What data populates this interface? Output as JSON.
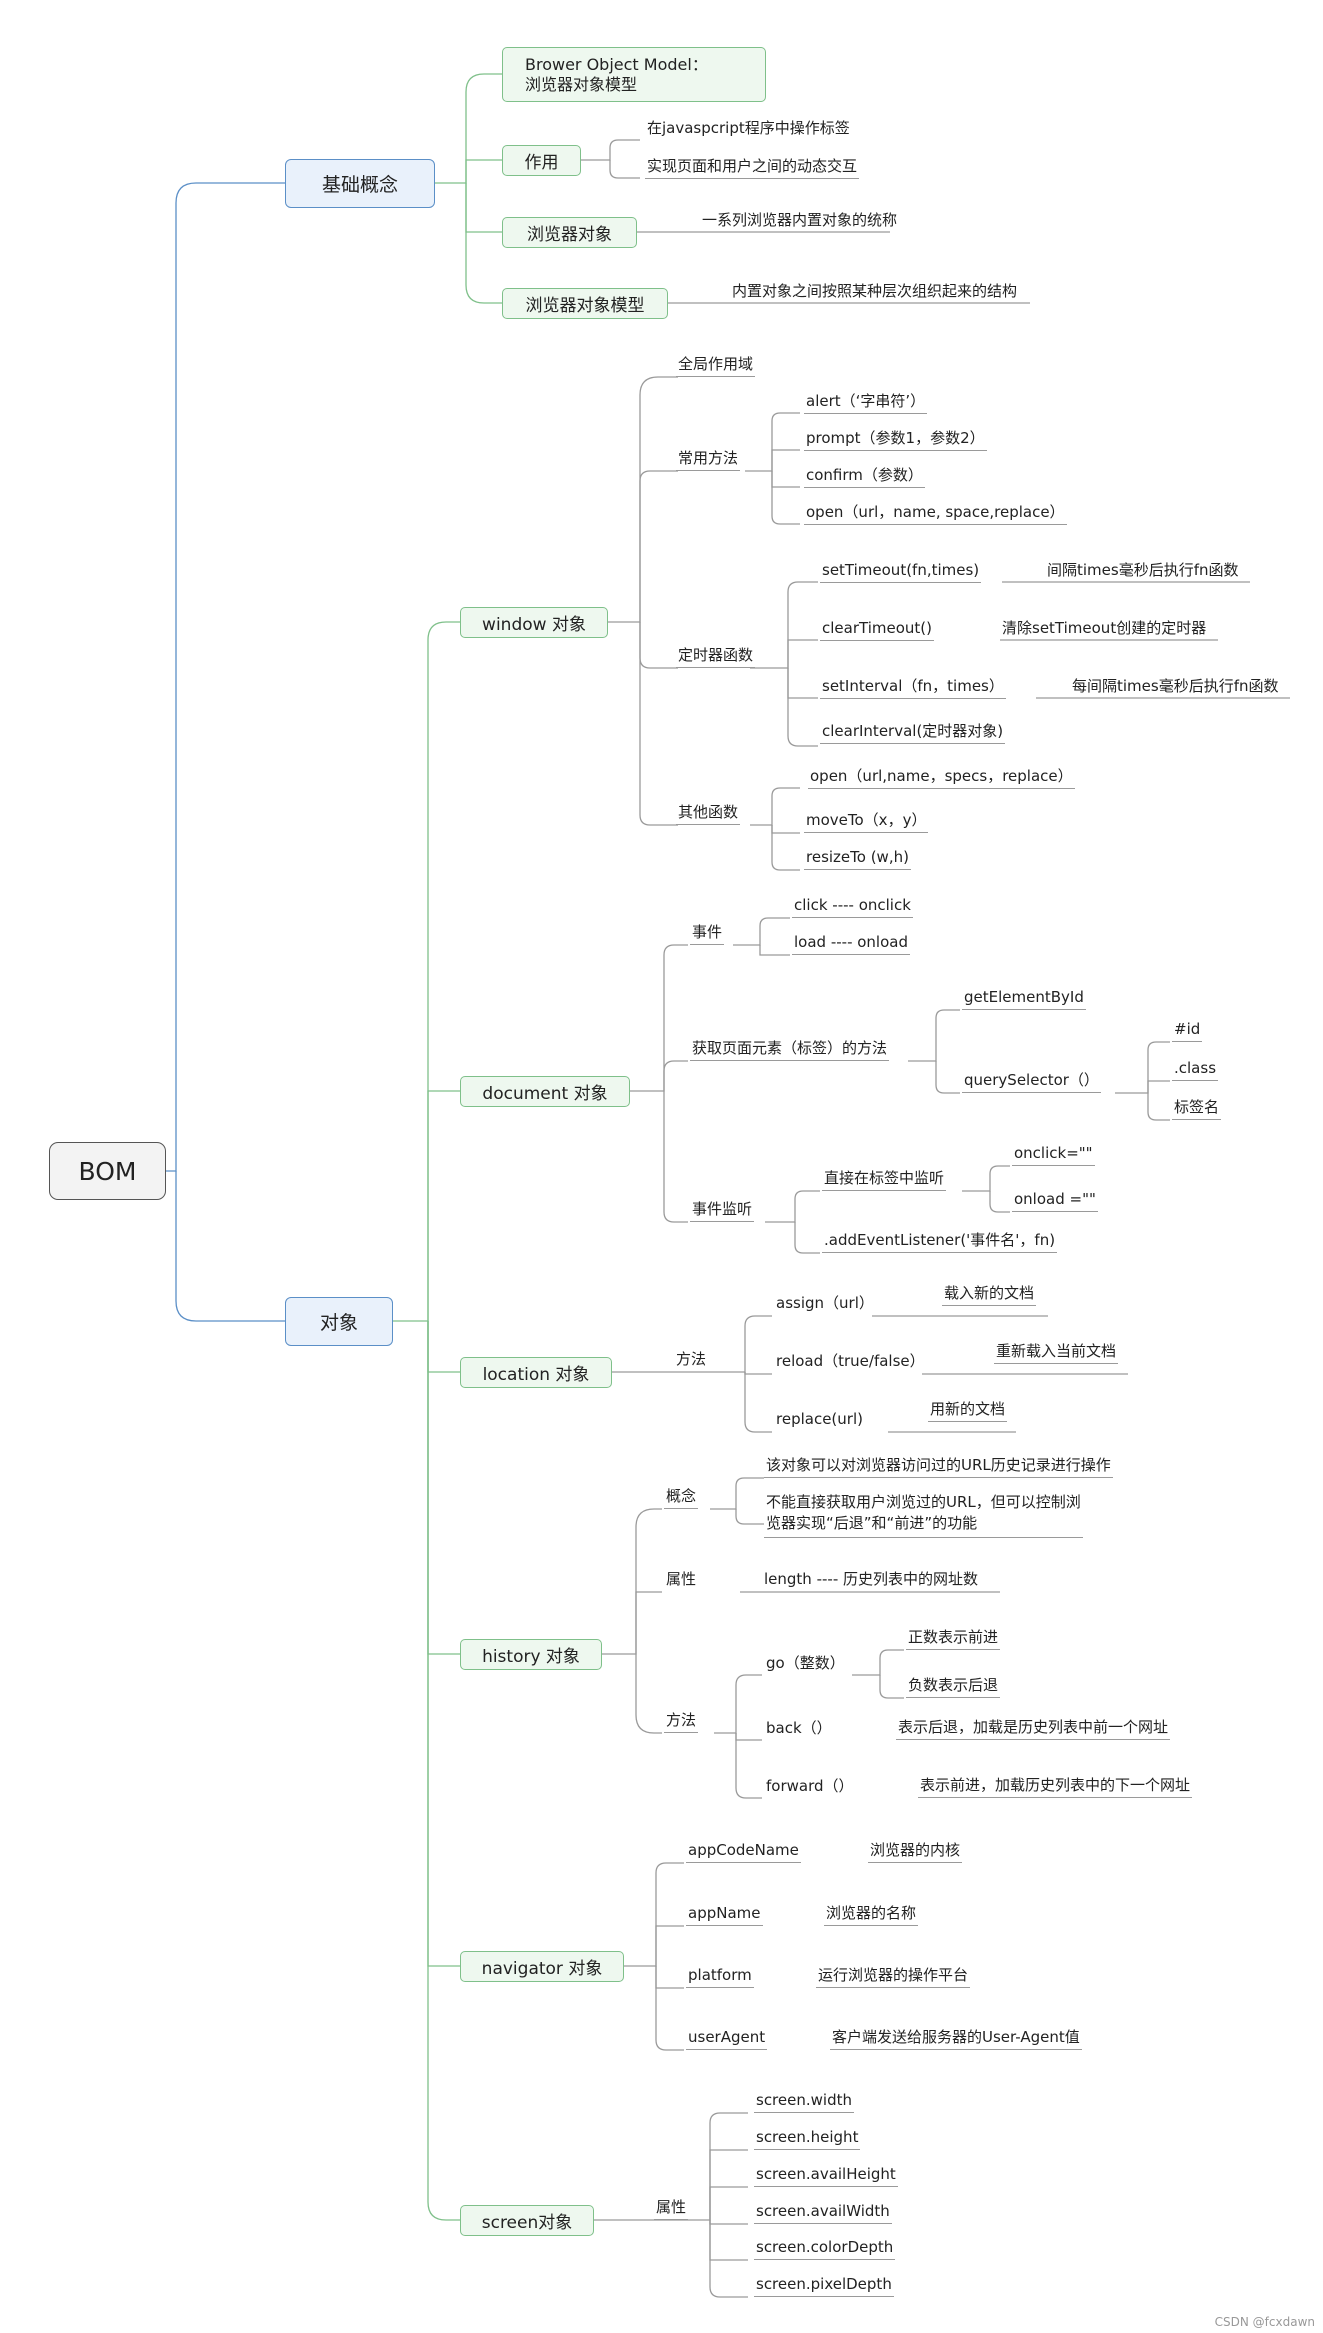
{
  "root": "BOM",
  "basics": {
    "label": "基础概念",
    "bom_def": [
      "Brower  Object Model：",
      "浏览器对象模型"
    ],
    "role": {
      "label": "作用",
      "items": [
        "在javaspcript程序中操作标签",
        "实现页面和用户之间的动态交互"
      ]
    },
    "browser_obj": {
      "label": "浏览器对象",
      "desc": "一系列浏览器内置对象的统称"
    },
    "browser_obj_model": {
      "label": "浏览器对象模型",
      "desc": "内置对象之间按照某种层次组织起来的结构"
    }
  },
  "objects": {
    "label": "对象",
    "window": {
      "label": "window 对象",
      "global_scope": "全局作用域",
      "common": {
        "label": "常用方法",
        "items": [
          "alert（‘字串符’）",
          "prompt（参数1，参数2）",
          "confirm（参数）",
          "open（url，name, space,replace）"
        ]
      },
      "timers": {
        "label": "定时器函数",
        "items": [
          {
            "name": "setTimeout(fn,times)",
            "desc": "间隔times毫秒后执行fn函数"
          },
          {
            "name": "clearTimeout()",
            "desc": "清除setTimeout创建的定时器"
          },
          {
            "name": "setInterval（fn，times）",
            "desc": "每间隔times毫秒后执行fn函数"
          },
          {
            "name": "clearInterval(定时器对象)",
            "desc": ""
          }
        ]
      },
      "others": {
        "label": "其他函数",
        "items": [
          "open（url,name，specs，replace）",
          "moveTo（x，y）",
          "resizeTo (w,h)"
        ]
      }
    },
    "document": {
      "label": "document 对象",
      "events": {
        "label": "事件",
        "items": [
          "click   ----   onclick",
          "load ---- onload"
        ]
      },
      "get_elements": {
        "label": "获取页面元素（标签）的方法",
        "by_id": "getElementById",
        "qs": {
          "label": "querySelector（）",
          "items": [
            "#id",
            ".class",
            "标签名"
          ]
        }
      },
      "listen": {
        "label": "事件监听",
        "direct": {
          "label": "直接在标签中监听",
          "items": [
            "onclick=\"\"",
            "onload =\"\""
          ]
        },
        "add": ".addEventListener('事件名'，fn)"
      }
    },
    "location": {
      "label": "location 对象",
      "method_label": "方法",
      "items": [
        {
          "name": "assign（url）",
          "desc": "载入新的文档"
        },
        {
          "name": "reload（true/false）",
          "desc": "重新载入当前文档"
        },
        {
          "name": "replace(url)",
          "desc": "用新的文档"
        }
      ]
    },
    "history": {
      "label": "history 对象",
      "concept": {
        "label": "概念",
        "line1": "该对象可以对浏览器访问过的URL历史记录进行操作",
        "line2a": "不能直接获取用户浏览过的URL，但可以控制浏",
        "line2b": "览器实现“后退”和“前进”的功能"
      },
      "attr": {
        "label": "属性",
        "value": "length ----  历史列表中的网址数"
      },
      "method": {
        "label": "方法",
        "go": {
          "label": "go（整数）",
          "items": [
            "正数表示前进",
            "负数表示后退"
          ]
        },
        "back": {
          "name": "back（）",
          "desc": "表示后退，加载是历史列表中前一个网址"
        },
        "forward": {
          "name": "forward（）",
          "desc": "表示前进，加载历史列表中的下一个网址"
        }
      }
    },
    "navigator": {
      "label": "navigator 对象",
      "items": [
        {
          "name": "appCodeName",
          "desc": "浏览器的内核"
        },
        {
          "name": "appName",
          "desc": "浏览器的名称"
        },
        {
          "name": "platform",
          "desc": "运行浏览器的操作平台"
        },
        {
          "name": "userAgent",
          "desc": "客户端发送给服务器的User-Agent值"
        }
      ]
    },
    "screen": {
      "label": "screen对象",
      "attr_label": "属性",
      "items": [
        "screen.width",
        "screen.height",
        "screen.availHeight",
        "screen.availWidth",
        "screen.colorDepth",
        "screen.pixelDepth"
      ]
    }
  },
  "watermark": "CSDN @fcxdawn",
  "colors": {
    "blue_branch": "#5b8fc7",
    "green_branch": "#7fc08a",
    "grey_branch": "#9a9a9a"
  }
}
